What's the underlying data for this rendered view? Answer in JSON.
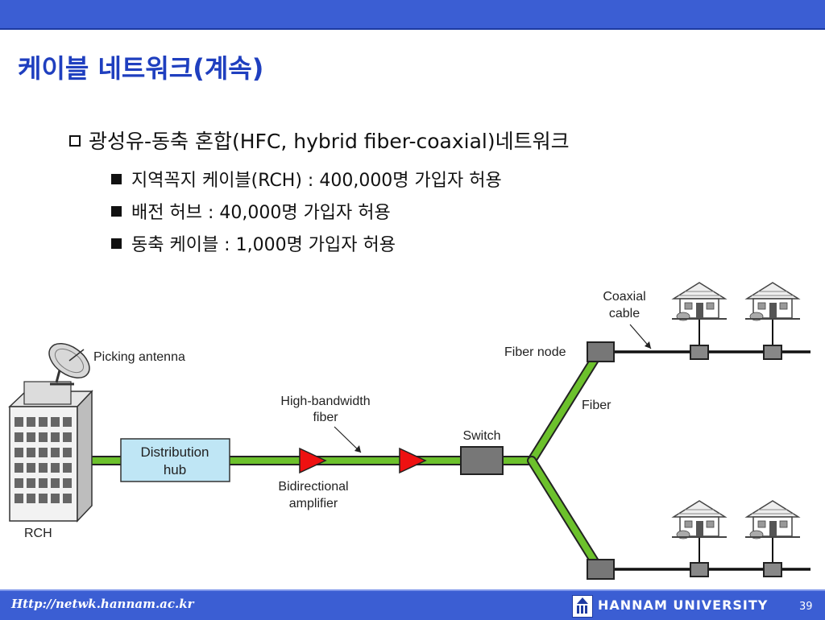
{
  "title": "케이블 네트워크(계속)",
  "bullet": "광성유-동축 혼합(HFC, hybrid fiber-coaxial)네트워크",
  "sub_bullets": [
    "지역꼭지 케이블(RCH) : 400,000명 가입자 허용",
    "배전 허브 : 40,000명 가입자 허용",
    "동축 케이블 : 1,000명 가입자 허용"
  ],
  "diagram": {
    "antenna_label": "Picking antenna",
    "rch_label": "RCH",
    "hub_label_line1": "Distribution",
    "hub_label_line2": "hub",
    "hb_fiber_line1": "High-bandwidth",
    "hb_fiber_line2": "fiber",
    "amp_line1": "Bidirectional",
    "amp_line2": "amplifier",
    "switch_label": "Switch",
    "fiber_label": "Fiber",
    "fiber_node_label": "Fiber node",
    "coax_line1": "Coaxial",
    "coax_line2": "cable",
    "colors": {
      "fiber": "#6cc12c",
      "hub": "#bfe6f5",
      "amplifier": "#ee1111",
      "node": "#777777"
    }
  },
  "footer": {
    "url": "Http://netwk.hannam.ac.kr",
    "university": "HANNAM  UNIVERSITY",
    "page": "39"
  }
}
